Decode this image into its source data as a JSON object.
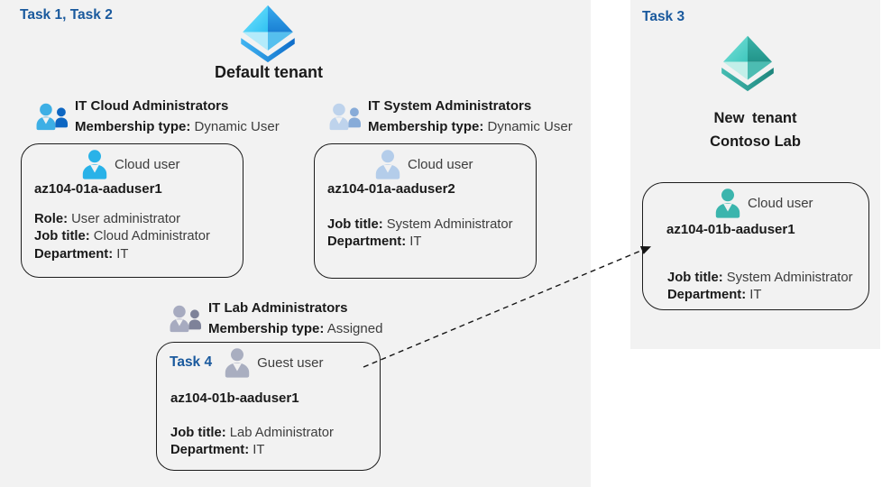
{
  "colors": {
    "panel_bg": "#f2f2f2",
    "task_label_blue": "#19599d",
    "card_border": "#1c1c1c",
    "text_primary": "#1a1a1a",
    "text_secondary": "#3d3d3d",
    "cloud_user_blue": "#29b2e8",
    "cloud_user_pale": "#b4cdea",
    "guest_user_gray": "#a9aec0",
    "cloud_user_teal": "#3bb5ad",
    "group1_front": "#3dafe5",
    "group1_back": "#0d66c2",
    "group2_front": "#bed3ec",
    "group2_back": "#87abd8",
    "group3_front": "#a7abc0",
    "group3_back": "#7e8299"
  },
  "left_panel": {
    "task_label": "Task 1, Task 2",
    "tenant_name": "Default tenant",
    "tenant_icon": "azure-ad-tenant-icon-blue"
  },
  "right_panel": {
    "task_label": "Task 3",
    "tenant_name_line1": "New tenant",
    "tenant_name_line2": "Contoso Lab",
    "tenant_icon": "azure-ad-tenant-icon-teal"
  },
  "groups": [
    {
      "name": "IT Cloud Administrators",
      "membership_label": "Membership type:",
      "membership_value": "Dynamic User",
      "icon": "user-group-icon"
    },
    {
      "name": "IT System Administrators",
      "membership_label": "Membership type:",
      "membership_value": "Dynamic User",
      "icon": "user-group-icon"
    },
    {
      "name": "IT Lab Administrators",
      "membership_label": "Membership type:",
      "membership_value": "Assigned",
      "icon": "user-group-icon"
    }
  ],
  "cards": [
    {
      "user_type": "Cloud user",
      "username": "az104-01a-aaduser1",
      "icon": "cloud-user-icon",
      "fields": [
        {
          "label": "Role:",
          "value": "User administrator"
        },
        {
          "label": "Job title:",
          "value": "Cloud Administrator"
        },
        {
          "label": "Department:",
          "value": "IT"
        }
      ]
    },
    {
      "user_type": "Cloud user",
      "username": "az104-01a-aaduser2",
      "icon": "cloud-user-icon",
      "fields": [
        {
          "label": "Job title:",
          "value": "System Administrator"
        },
        {
          "label": "Department:",
          "value": "IT"
        }
      ]
    },
    {
      "task_label": "Task 4",
      "user_type": "Guest user",
      "username": "az104-01b-aaduser1",
      "icon": "guest-user-icon",
      "fields": [
        {
          "label": "Job title:",
          "value": "Lab Administrator"
        },
        {
          "label": "Department:",
          "value": "IT"
        }
      ]
    },
    {
      "user_type": "Cloud user",
      "username": "az104-01b-aaduser1",
      "icon": "cloud-user-icon",
      "fields": [
        {
          "label": "Job title:",
          "value": "System Administrator"
        },
        {
          "label": "Department:",
          "value": "IT"
        }
      ]
    }
  ],
  "arrow": {
    "style": "dashed",
    "from": "Guest user az104-01b-aaduser1 (IT Lab Administrators)",
    "to": "New tenant Contoso Lab cloud user az104-01b-aaduser1"
  }
}
